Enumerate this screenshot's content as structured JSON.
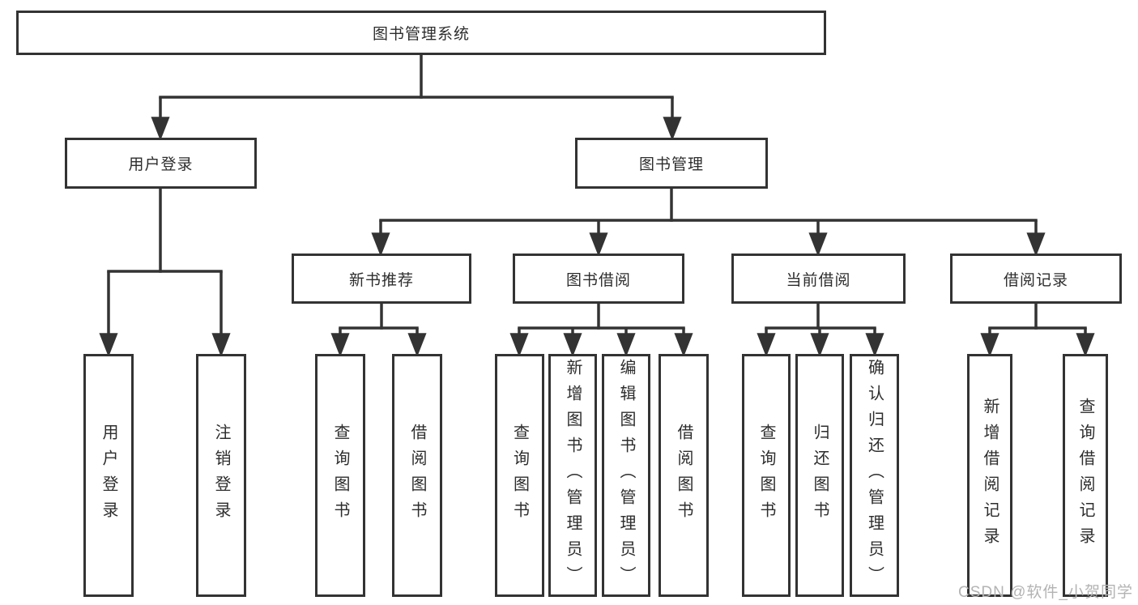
{
  "tree": {
    "root": {
      "label": "图书管理系统"
    },
    "branches": [
      {
        "label": "用户登录",
        "leaves": [
          "用户登录",
          "注销登录"
        ]
      },
      {
        "label": "图书管理",
        "groups": [
          {
            "label": "新书推荐",
            "leaves": [
              "查询图书",
              "借阅图书"
            ]
          },
          {
            "label": "图书借阅",
            "leaves": [
              "查询图书",
              "新增图书（管理员）",
              "编辑图书（管理员）",
              "借阅图书"
            ]
          },
          {
            "label": "当前借阅",
            "leaves": [
              "查询图书",
              "归还图书",
              "确认归还（管理员）"
            ]
          },
          {
            "label": "借阅记录",
            "leaves": [
              "新增借阅记录",
              "查询借阅记录"
            ]
          }
        ]
      }
    ]
  },
  "watermark": "CSDN @软件_小贺同学",
  "colors": {
    "line": "#333333",
    "text": "#2d2d2d",
    "watermark": "#b3b3b3",
    "background": "#ffffff"
  }
}
